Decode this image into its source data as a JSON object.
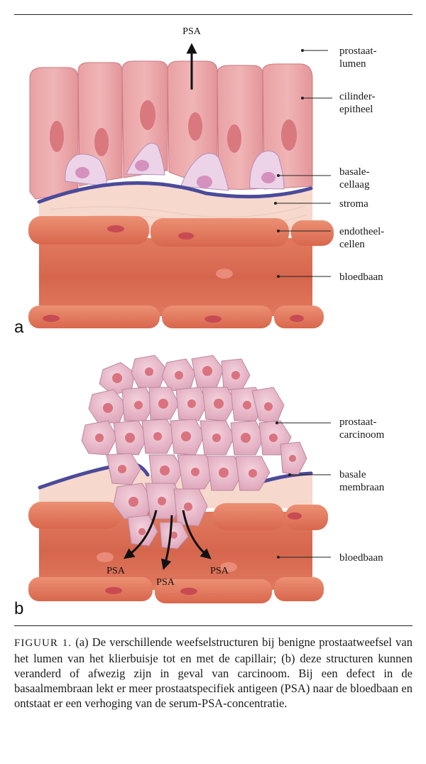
{
  "panel_a": {
    "letter": "a",
    "psa": "PSA",
    "labels": [
      {
        "id": "prostaat-lumen",
        "lines": [
          "prostaat-",
          "lumen"
        ]
      },
      {
        "id": "cilinder-epitheel",
        "lines": [
          "cilinder-",
          "epitheel"
        ]
      },
      {
        "id": "basale-cellaag",
        "lines": [
          "basale-",
          "cellaag"
        ]
      },
      {
        "id": "stroma",
        "lines": [
          "stroma"
        ]
      },
      {
        "id": "endotheel-cellen",
        "lines": [
          "endotheel-",
          "cellen"
        ]
      },
      {
        "id": "bloedbaan",
        "lines": [
          "bloedbaan"
        ]
      }
    ]
  },
  "panel_b": {
    "letter": "b",
    "psa": [
      "PSA",
      "PSA",
      "PSA"
    ],
    "labels": [
      {
        "id": "prostaat-carcinoom",
        "lines": [
          "prostaat-",
          "carcinoom"
        ]
      },
      {
        "id": "basale-membraan",
        "lines": [
          "basale",
          "membraan"
        ]
      },
      {
        "id": "bloedbaan",
        "lines": [
          "bloedbaan"
        ]
      }
    ]
  },
  "caption": {
    "prefix": "FIGUUR 1.",
    "text": " (a) De verschillende weefselstructuren bij benigne prostaatweefsel van het lumen van het klierbuisje tot en met de capillair; (b) deze structuren kunnen veranderd of afwezig zijn in geval van carcinoom. Bij een defect in de basaalmembraan lekt er meer prostaatspecifiek antigeen (PSA) naar de bloedbaan en ontstaat er een verhoging van de serum-PSA-concentratie."
  },
  "colors": {
    "epithelium": "#e8a3a6",
    "basal_cell": "#ead0e6",
    "stroma": "#f6d7cc",
    "endothelium": "#e0765c",
    "blood": "#d9694f",
    "membrane": "#4b4a9a",
    "tumor_cell": "#e8b3c4"
  }
}
